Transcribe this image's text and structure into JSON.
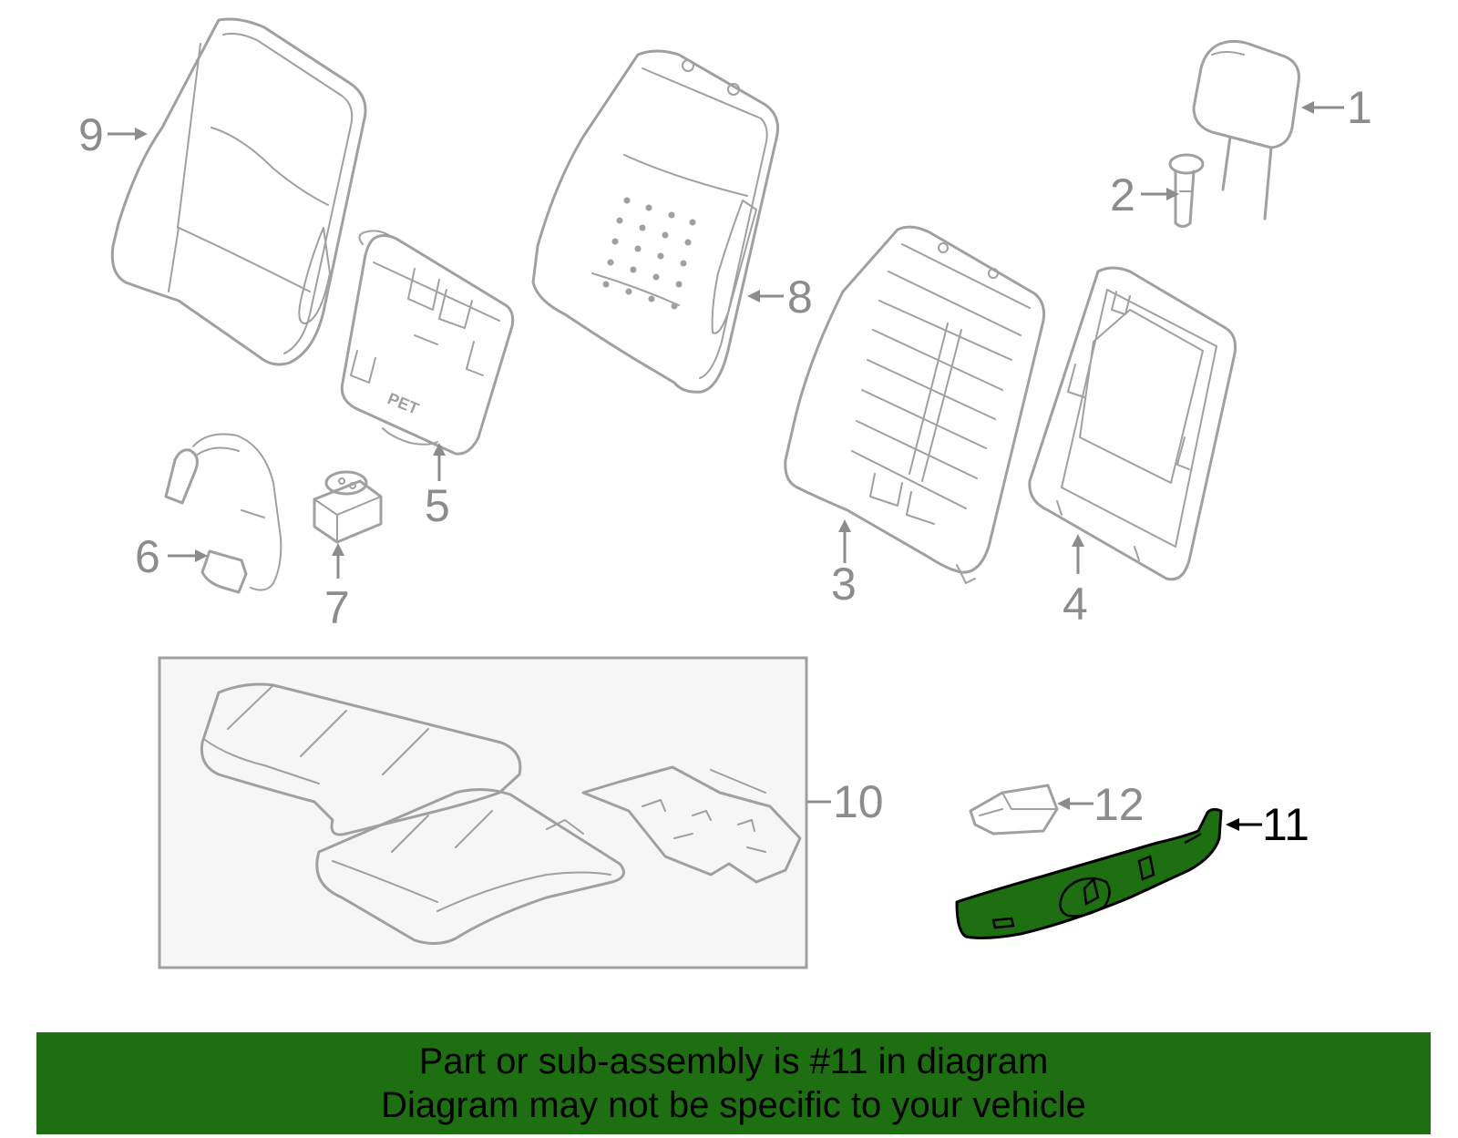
{
  "diagram": {
    "callouts": [
      "1",
      "2",
      "3",
      "4",
      "5",
      "6",
      "7",
      "8",
      "9",
      "10",
      "11",
      "12"
    ],
    "highlighted_part": "11",
    "part_label_text": "PET",
    "colors": {
      "highlight": "#1e6e12",
      "outline": "#a0a0a0",
      "callout": "#8c8c8c",
      "active": "#000000"
    }
  },
  "banner": {
    "line1": "Part or sub-assembly is #11 in diagram",
    "line2": "Diagram may not be specific to your vehicle"
  }
}
